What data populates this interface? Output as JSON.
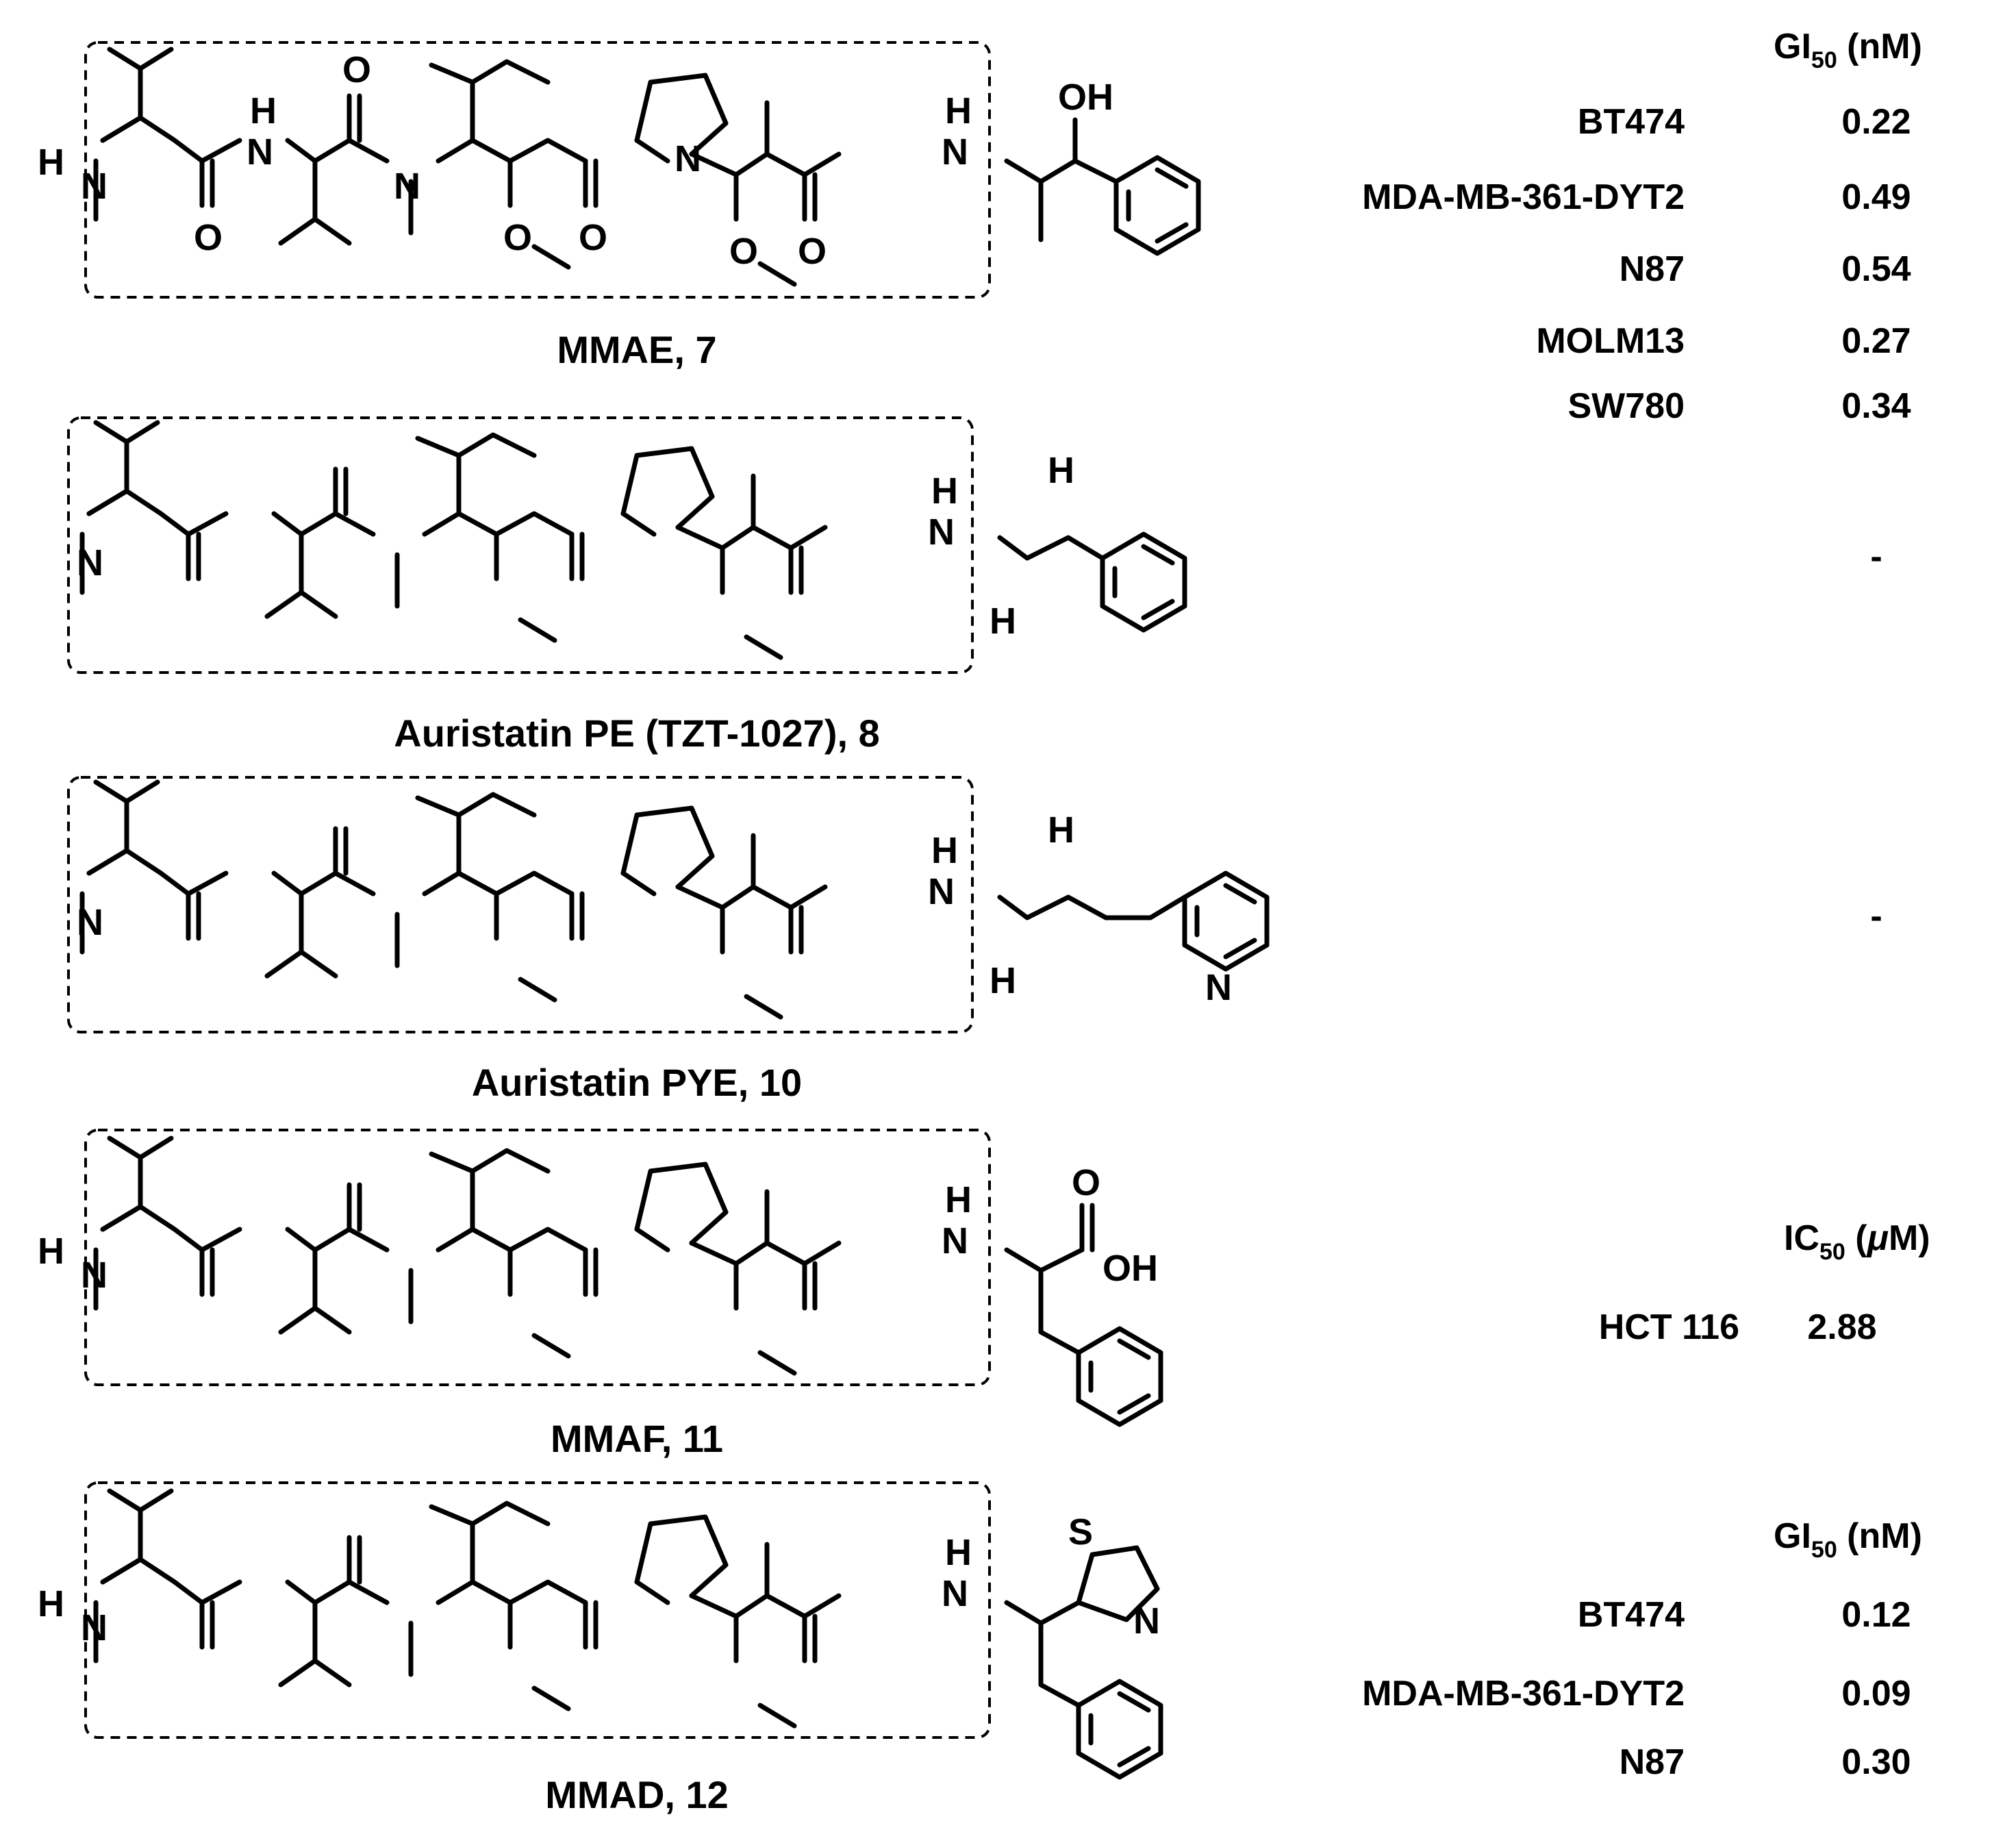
{
  "compounds": [
    {
      "caption": "MMAE, 7",
      "results": {
        "metric": "GI",
        "metric_sub": "50",
        "unit": " (nM)",
        "rows": [
          {
            "cell": "BT474",
            "value": "0.22"
          },
          {
            "cell": "MDA-MB-361-DYT2",
            "value": "0.49"
          },
          {
            "cell": "N87",
            "value": "0.54"
          },
          {
            "cell": "MOLM13",
            "value": "0.27"
          },
          {
            "cell": "SW780",
            "value": "0.34"
          }
        ]
      }
    },
    {
      "caption": "Auristatin PE (TZT-1027), 8",
      "value": "-"
    },
    {
      "caption": "Auristatin PYE, 10",
      "value": "-"
    },
    {
      "caption": "MMAF, 11",
      "results": {
        "metric": "IC",
        "metric_sub": "50",
        "unit_open": " (",
        "unit_mu": "μ",
        "unit_close": "M)",
        "rows": [
          {
            "cell": "HCT 116",
            "value": "2.88"
          }
        ]
      }
    },
    {
      "caption": "MMAD, 12",
      "results": {
        "metric": "GI",
        "metric_sub": "50",
        "unit": " (nM)",
        "rows": [
          {
            "cell": "BT474",
            "value": "0.12"
          },
          {
            "cell": "MDA-MB-361-DYT2",
            "value": "0.09"
          },
          {
            "cell": "N87",
            "value": "0.30"
          }
        ]
      }
    }
  ],
  "atom_labels": {
    "H": "H",
    "N": "N",
    "O": "O",
    "OH": "OH",
    "S": "S"
  }
}
